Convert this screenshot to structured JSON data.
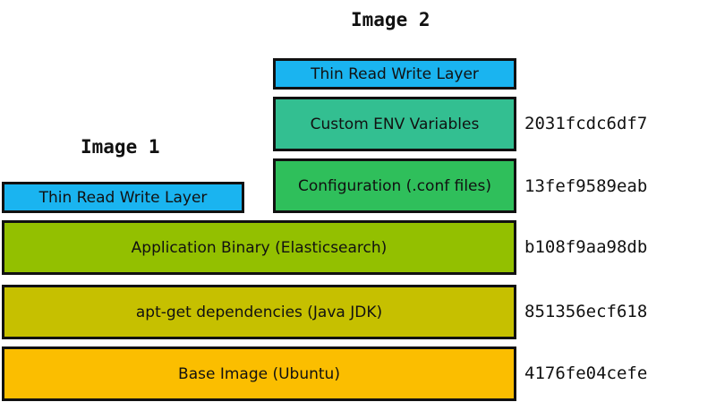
{
  "headings": {
    "image1": "Image 1",
    "image2": "Image 2"
  },
  "layers": {
    "image1_rw": {
      "label": "Thin Read Write Layer",
      "color": "#1ab4f0"
    },
    "image2_rw": {
      "label": "Thin Read Write Layer",
      "color": "#1ab4f0"
    },
    "custom_env": {
      "label": "Custom ENV Variables",
      "color": "#33bf91",
      "hash": "2031fcdc6df7"
    },
    "configuration": {
      "label": "Configuration (.conf files)",
      "color": "#2fbf5b",
      "hash": "13fef9589eab"
    },
    "app_binary": {
      "label": "Application Binary (Elasticsearch)",
      "color": "#93c000",
      "hash": "b108f9aa98db"
    },
    "apt_deps": {
      "label": "apt-get dependencies (Java JDK)",
      "color": "#c6c000",
      "hash": "851356ecf618"
    },
    "base_image": {
      "label": "Base Image (Ubuntu)",
      "color": "#fbbe00",
      "hash": "4176fe04cefe"
    }
  }
}
